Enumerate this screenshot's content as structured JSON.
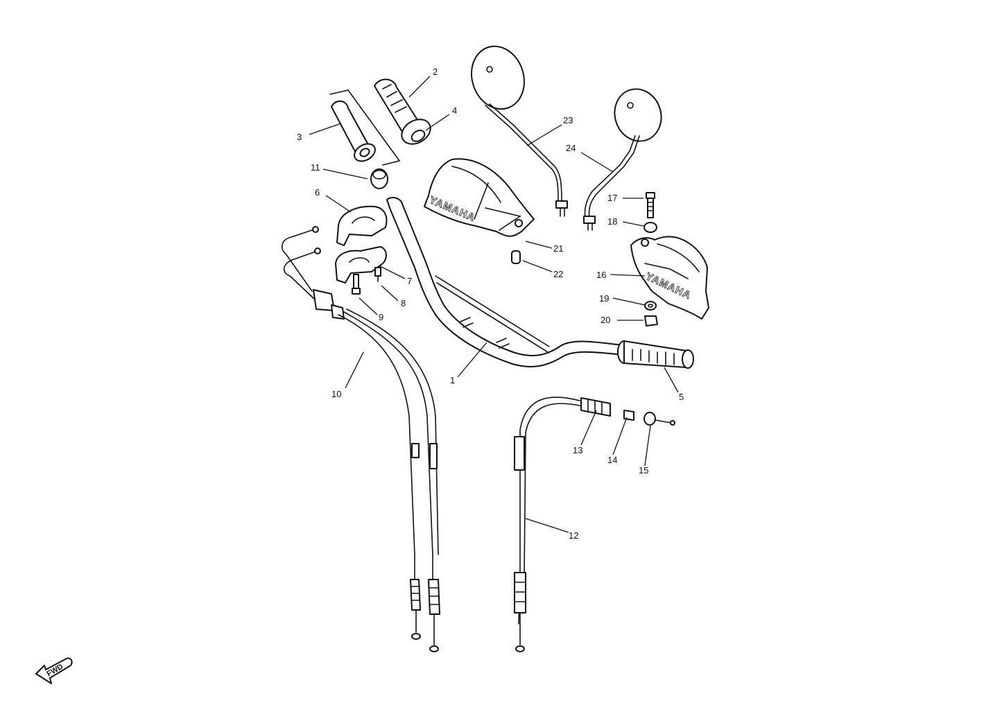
{
  "diagram": {
    "brand_text": "YAMAHA",
    "direction_label": "FWD",
    "callouts": [
      "1",
      "2",
      "3",
      "4",
      "5",
      "6",
      "7",
      "8",
      "9",
      "10",
      "11",
      "12",
      "13",
      "14",
      "15",
      "16",
      "17",
      "18",
      "19",
      "20",
      "21",
      "22",
      "23",
      "24"
    ]
  }
}
